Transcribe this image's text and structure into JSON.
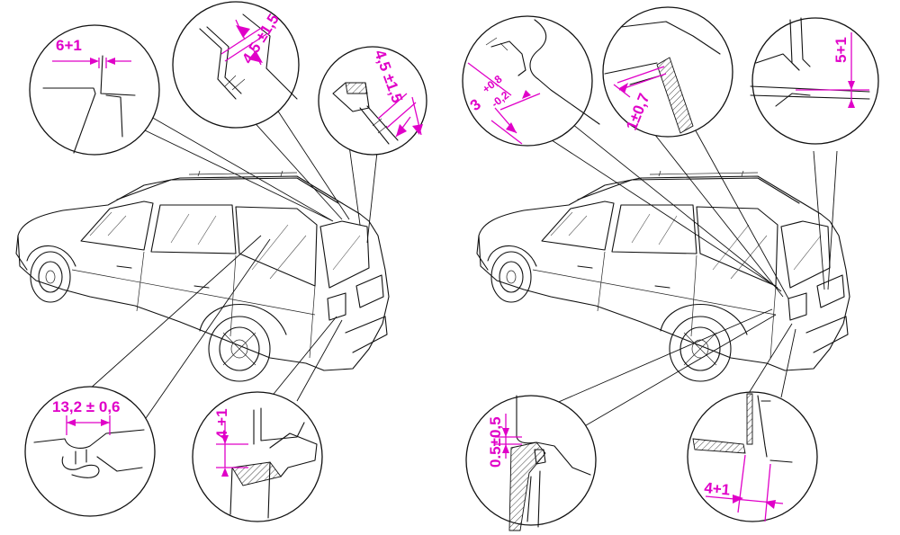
{
  "left_panel": {
    "dims": {
      "d1": "6+1",
      "d2": "4,5 ±1,5",
      "d3": "4,5 ±1,5",
      "d4": "13,2 ± 0,6",
      "d5": "4 +1"
    }
  },
  "right_panel": {
    "dims": {
      "d1_main": "3",
      "d1_upper": "+0,8",
      "d1_lower": "-0,2",
      "d2": "1±0,7",
      "d3": "5+1",
      "d4": "0.5±0,5",
      "d5": "4+1"
    }
  },
  "colors": {
    "dimension": "#e000c8",
    "line": "#111111"
  }
}
